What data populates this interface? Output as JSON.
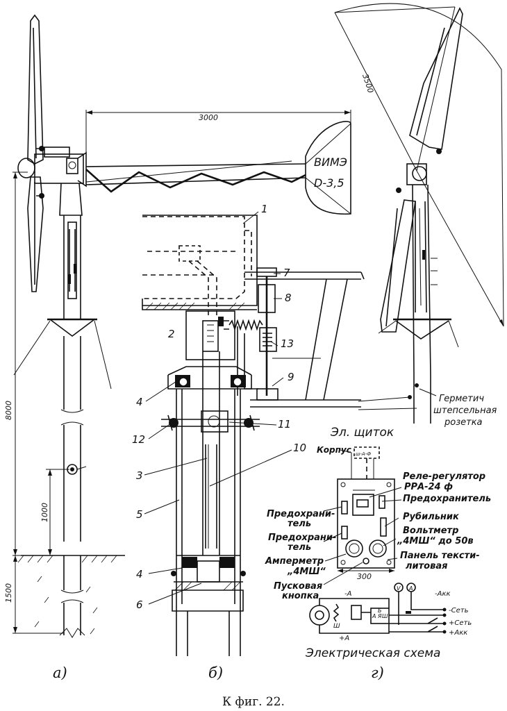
{
  "figure": {
    "caption": "К фиг. 22.",
    "panels": {
      "a": "а)",
      "b": "б)",
      "g": "г)"
    }
  },
  "panel_a": {
    "dim_span": "3000",
    "tail_text_1": "ВИМЭ",
    "tail_text_2": "D-3,5",
    "dim_height": "8000",
    "dim_1000": "1000",
    "dim_1500": "1500"
  },
  "panel_v": {
    "dim_3500": "3500",
    "socket_1": "Герметич",
    "socket_2": "штепсельная",
    "socket_3": "розетка"
  },
  "panel_b": {
    "callouts": [
      "1",
      "2",
      "3",
      "4",
      "5",
      "6",
      "7",
      "8",
      "9",
      "10",
      "11",
      "12",
      "13",
      "4"
    ]
  },
  "panel_g": {
    "title": "Эл. щиток",
    "korpus": "Корпус",
    "plug": "ш-А-Ф",
    "relay_1": "Реле-регулятор",
    "relay_2": "РРА-24 ф",
    "fuse_r": "Предохранитель",
    "fuse_l1_1": "Предохрани-",
    "fuse_l1_2": "тель",
    "fuse_l2_1": "Предохрани-",
    "fuse_l2_2": "тель",
    "switch": "Рубильник",
    "voltmeter_1": "Вольтметр",
    "voltmeter_2": "„4МШ“ до 50в",
    "ammeter_1": "Амперметр",
    "ammeter_2": "„4МШ“",
    "panel_1": "Панель тексти-",
    "panel_2": "литовая",
    "dim_300": "300",
    "start_1": "Пусковая",
    "start_2": "кнопка",
    "scheme_title": "Электрическая схема",
    "scheme_labels": [
      "-А",
      "+А",
      "Ш",
      "А",
      "Я",
      "Ш",
      "Б",
      "V",
      "А",
      "-Акк",
      "-Сеть",
      "+Сеть",
      "+Акк"
    ]
  }
}
